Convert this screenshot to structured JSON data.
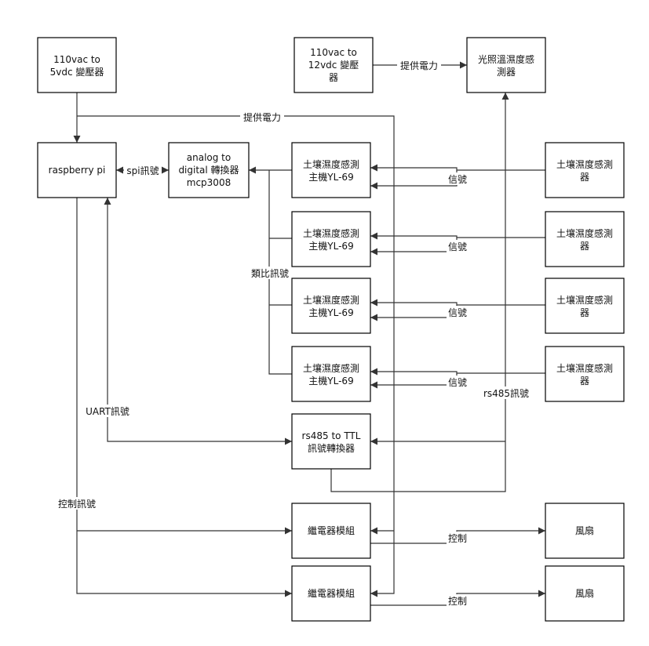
{
  "colors": {
    "box_stroke": "#000000",
    "line": "#333333",
    "text": "#111111",
    "background": "#ffffff"
  },
  "nodes": {
    "psu5v": {
      "lines": [
        "110vac to",
        "5vdc 變壓器"
      ]
    },
    "psu12v": {
      "lines": [
        "110vac to",
        "12vdc 變壓",
        "器"
      ]
    },
    "light": {
      "lines": [
        "光照溫濕度感",
        "測器"
      ]
    },
    "rpi": {
      "lines": [
        "raspberry pi"
      ]
    },
    "adc": {
      "lines": [
        "analog to",
        "digital 轉換器",
        "mcp3008"
      ]
    },
    "host1": {
      "lines": [
        "土壤濕度感測",
        "主機YL-69"
      ]
    },
    "host2": {
      "lines": [
        "土壤濕度感測",
        "主機YL-69"
      ]
    },
    "host3": {
      "lines": [
        "土壤濕度感測",
        "主機YL-69"
      ]
    },
    "host4": {
      "lines": [
        "土壤濕度感測",
        "主機YL-69"
      ]
    },
    "probe1": {
      "lines": [
        "土壤濕度感測",
        "器"
      ]
    },
    "probe2": {
      "lines": [
        "土壤濕度感測",
        "器"
      ]
    },
    "probe3": {
      "lines": [
        "土壤濕度感測",
        "器"
      ]
    },
    "probe4": {
      "lines": [
        "土壤濕度感測",
        "器"
      ]
    },
    "rs485": {
      "lines": [
        "rs485 to TTL",
        "訊號轉換器"
      ]
    },
    "relay1": {
      "lines": [
        "繼電器模組"
      ]
    },
    "relay2": {
      "lines": [
        "繼電器模組"
      ]
    },
    "fan1": {
      "lines": [
        "風扇"
      ]
    },
    "fan2": {
      "lines": [
        "風扇"
      ]
    }
  },
  "labels": {
    "power_top": "提供電力",
    "power_mid": "提供電力",
    "spi": "spi訊號",
    "analog": "類比訊號",
    "signal1": "信號",
    "signal2": "信號",
    "signal3": "信號",
    "signal4": "信號",
    "rs485_signal": "rs485訊號",
    "uart": "UART訊號",
    "control_signal": "控制訊號",
    "control1": "控制",
    "control2": "控制"
  }
}
